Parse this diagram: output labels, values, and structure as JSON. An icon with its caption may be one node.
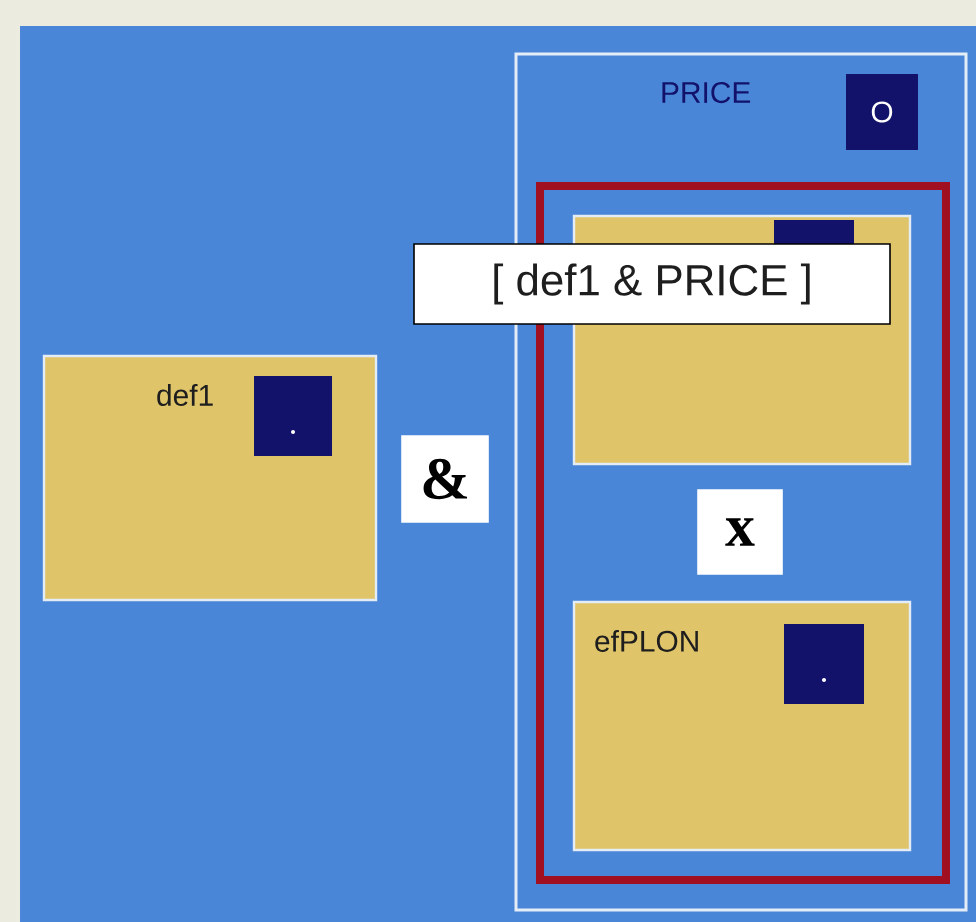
{
  "diagram": {
    "nodes": [
      {
        "text": [
          "def1"
        ]
      },
      {
        "text": [
          "&"
        ]
      },
      {
        "text": [
          "PRICE"
        ]
      },
      {
        "text": [],
        "shape": "box",
        "in": 2
      },
      {
        "text": [],
        "shape": "box",
        "in": 3
      },
      {
        "text": [
          "x"
        ],
        "in": 3
      },
      {
        "text": [
          "efPLON"
        ],
        "in": 3
      },
      {
        "text": [
          "[ def1 & PRICE ]"
        ]
      }
    ],
    "labels": [
      "O"
    ]
  }
}
